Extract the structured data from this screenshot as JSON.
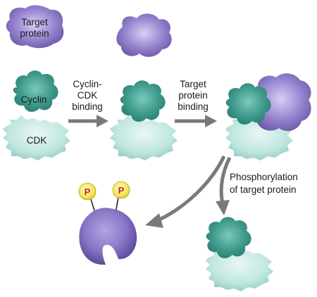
{
  "labels": {
    "target_protein_line1": "Target",
    "target_protein_line2": "protein",
    "cyclin": "Cyclin",
    "cdk": "CDK",
    "step1_line1": "Cyclin-",
    "step1_line2": "CDK",
    "step1_line3": "binding",
    "step2_line1": "Target",
    "step2_line2": "protein",
    "step2_line3": "binding",
    "step3_line1": "Phosphorylation",
    "step3_line2": "of target protein",
    "phosphate_1": "P",
    "phosphate_2": "P"
  },
  "colors": {
    "target_protein": "#8a76c8",
    "target_protein_dark": "#6a56a8",
    "cyclin": "#3e9a8c",
    "cyclin_dark": "#2a7a6e",
    "cdk": "#bfe6e0",
    "cdk_dark": "#8fc9c0",
    "arrow": "#7a7a7a",
    "phosphate_fill": "#f2e85a",
    "phosphate_text": "#c8202a"
  }
}
